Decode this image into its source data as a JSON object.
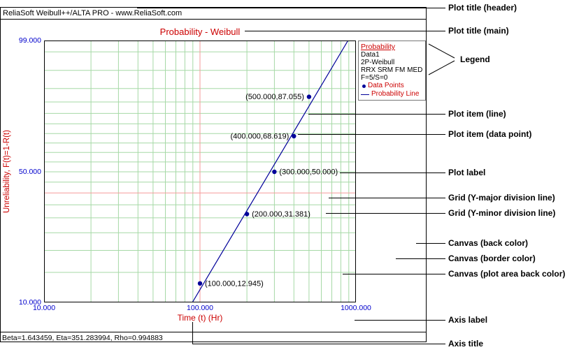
{
  "window": {
    "header": "ReliaSoft Weibull++/ALTA PRO - www.ReliaSoft.com",
    "footer": "Beta=1.643459, Eta=351.283994, Rho=0.994883"
  },
  "legend": {
    "title": "Probability",
    "lines": [
      "Data1",
      "2P-Weibull",
      "RRX SRM FM MED",
      "F=5/S=0"
    ],
    "series": [
      {
        "marker": "point",
        "label": "Data Points"
      },
      {
        "marker": "line",
        "label": "Probability Line"
      }
    ]
  },
  "chart_data": {
    "type": "scatter",
    "title": "Probability - Weibull",
    "xlabel": "Time (t) (Hr)",
    "ylabel": "Unreliability, F(t)=1-R(t)",
    "x_scale": "log",
    "y_scale": "weibull-probability",
    "xlim": [
      10,
      1000
    ],
    "ylim": [
      10,
      99
    ],
    "x_tick_labels": [
      "10.000",
      "100.000",
      "1000.000"
    ],
    "y_tick_labels": [
      "99.000",
      "50.000",
      "10.000"
    ],
    "points": [
      {
        "t": 100,
        "F": 12.945,
        "label": "(100.000,12.945)",
        "side": "right"
      },
      {
        "t": 200,
        "F": 31.381,
        "label": "(200.000,31.381)",
        "side": "right"
      },
      {
        "t": 300,
        "F": 50.0,
        "label": "(300.000,50.000)",
        "side": "right"
      },
      {
        "t": 400,
        "F": 68.619,
        "label": "(400.000,68.619)",
        "side": "left"
      },
      {
        "t": 500,
        "F": 87.055,
        "label": "(500.000,87.055)",
        "side": "left"
      }
    ],
    "fit": {
      "beta": 1.643459,
      "eta": 351.283994,
      "rho": 0.994883
    },
    "grid": {
      "x_minor": [
        20,
        30,
        40,
        50,
        60,
        70,
        80,
        90,
        200,
        300,
        400,
        500,
        600,
        700,
        800,
        900
      ],
      "x_major_highlight": [
        100
      ],
      "y_minor": [
        15,
        20,
        25,
        30,
        35,
        45,
        50,
        55,
        60,
        65,
        70,
        75,
        80,
        85,
        90,
        95,
        98
      ],
      "y_major_highlight": [
        40
      ]
    },
    "colors": {
      "title_red": "#cc0000",
      "tick_blue": "#0000cc",
      "series_navy": "#000099",
      "grid_green": "#a6d9a6",
      "grid_highlight_pink": "#f59a9a",
      "text_black": "#000000"
    }
  },
  "annotations": [
    "Plot title (header)",
    "Plot title (main)",
    "Legend",
    "Plot item (line)",
    "Plot item (data point)",
    "Plot label",
    "Grid (Y-major division line)",
    "Grid (Y-minor division line)",
    "Canvas (back color)",
    "Canvas (border color)",
    "Canvas (plot area back color)",
    "Axis label",
    "Axis title"
  ]
}
